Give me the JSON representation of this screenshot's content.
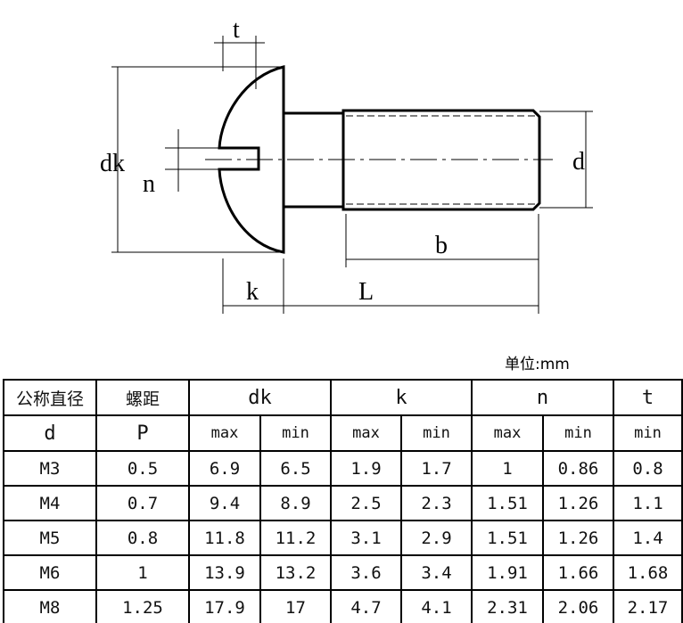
{
  "drawing": {
    "labels": {
      "dk": "dk",
      "t": "t",
      "n": "n",
      "k": "k",
      "L": "L",
      "b": "b",
      "d": "d"
    }
  },
  "unit": "单位:mm",
  "table": {
    "header": {
      "col1_cn": "公称直径",
      "col1": "d",
      "col2_cn": "螺距",
      "col2": "P",
      "dk": "dk",
      "k": "k",
      "n": "n",
      "t": "t",
      "sub": [
        "max",
        "min",
        "max",
        "min",
        "max",
        "min",
        "min"
      ]
    },
    "rows": [
      [
        "M3",
        "0.5",
        "6.9",
        "6.5",
        "1.9",
        "1.7",
        "1",
        "0.86",
        "0.8"
      ],
      [
        "M4",
        "0.7",
        "9.4",
        "8.9",
        "2.5",
        "2.3",
        "1.51",
        "1.26",
        "1.1"
      ],
      [
        "M5",
        "0.8",
        "11.8",
        "11.2",
        "3.1",
        "2.9",
        "1.51",
        "1.26",
        "1.4"
      ],
      [
        "M6",
        "1",
        "13.9",
        "13.2",
        "3.6",
        "3.4",
        "1.91",
        "1.66",
        "1.68"
      ],
      [
        "M8",
        "1.25",
        "17.9",
        "17",
        "4.7",
        "4.1",
        "2.31",
        "2.06",
        "2.17"
      ]
    ]
  }
}
